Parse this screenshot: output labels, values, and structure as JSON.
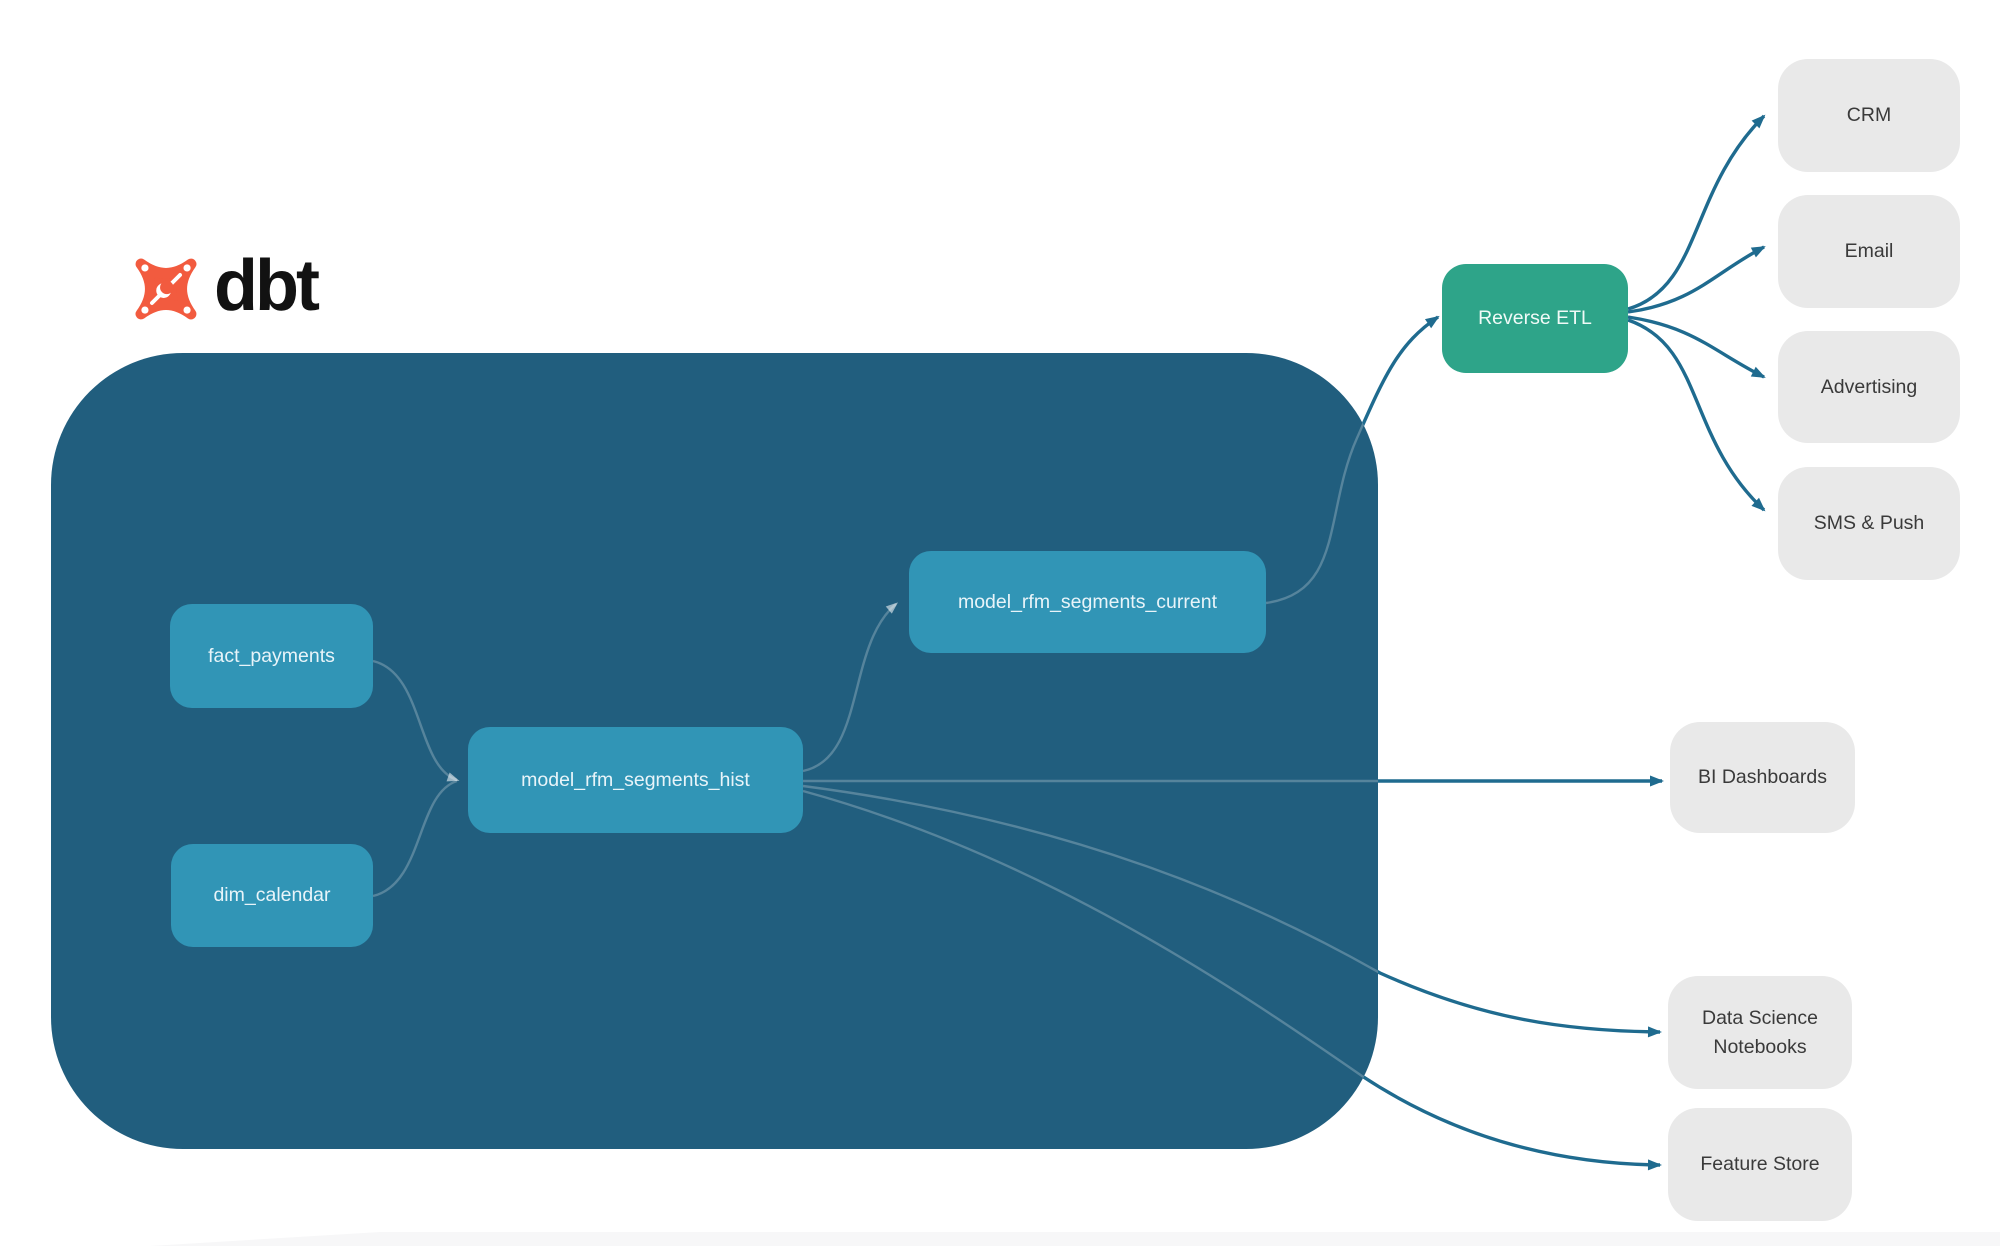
{
  "header": {
    "logo_text": "dbt"
  },
  "pipeline": {
    "sources": [
      {
        "id": "fact_payments",
        "label": "fact_payments"
      },
      {
        "id": "dim_calendar",
        "label": "dim_calendar"
      }
    ],
    "models": [
      {
        "id": "model_rfm_segments_hist",
        "label": "model_rfm_segments_hist"
      },
      {
        "id": "model_rfm_segments_current",
        "label": "model_rfm_segments_current"
      }
    ]
  },
  "reverse_etl": {
    "label": "Reverse ETL"
  },
  "destinations": [
    {
      "label": "CRM"
    },
    {
      "label": "Email"
    },
    {
      "label": "Advertising"
    },
    {
      "label": "SMS & Push"
    }
  ],
  "outputs": [
    {
      "label": "BI Dashboards"
    },
    {
      "label": "Data Science Notebooks"
    },
    {
      "label": "Feature Store"
    }
  ],
  "colors": {
    "container_bg": "#215e7e",
    "model_node_bg": "#3195b6",
    "reverse_etl_bg": "#2ea489",
    "destination_bg": "#e9e9e9",
    "destination_text": "#3a3a3a",
    "node_text": "#e8f4f9",
    "arrow_outside": "#1f6b8f",
    "arrow_inside": "rgba(255,255,255,0.24)",
    "logo_orange": "#f25b3f",
    "logo_text": "#121212"
  }
}
